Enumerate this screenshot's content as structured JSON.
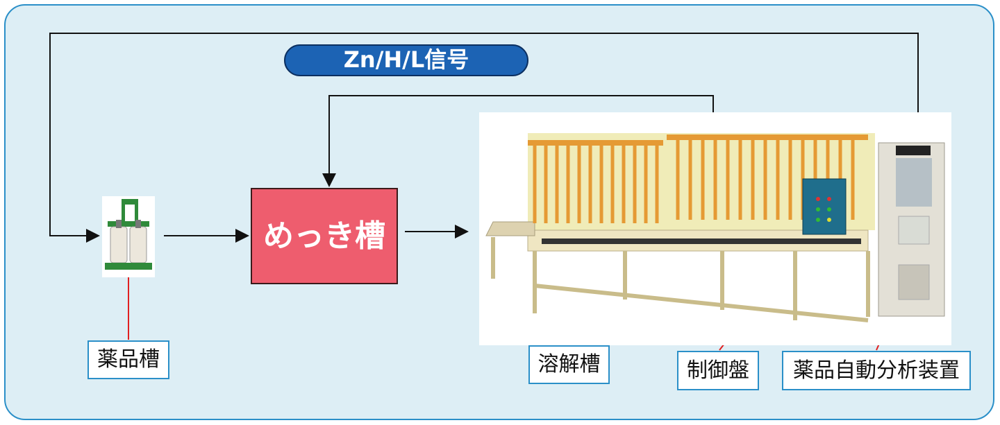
{
  "signal_label": "Zn/H/L信号",
  "plating_tank": "めっき槽",
  "labels": {
    "chemical_tank": "薬品槽",
    "dissolving_tank": "溶解槽",
    "control_panel": "制御盤",
    "auto_analyzer": "薬品自動分析装置"
  },
  "colors": {
    "panel_bg": "#ddeef5",
    "border": "#2a8fc8",
    "signal_bg": "#1c63b4",
    "plating_bg": "#ee5d6e",
    "leader_line": "#e02020"
  }
}
